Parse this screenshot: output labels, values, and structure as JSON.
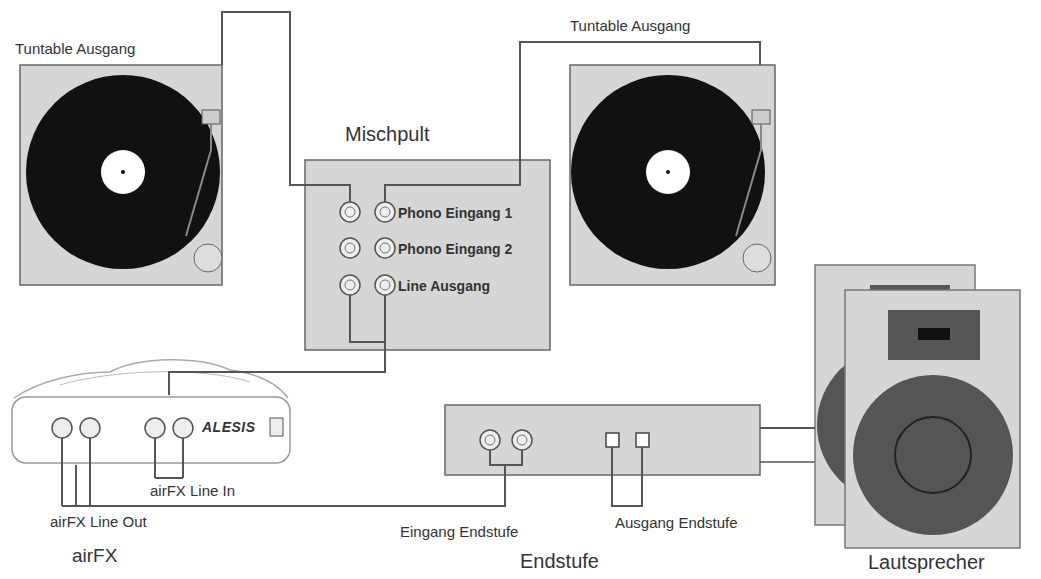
{
  "diagram": {
    "nodes": [
      {
        "text": [
          "Tuntable Ausgang"
        ]
      },
      {
        "text": [
          "Mischpult",
          "Phono Eingang 1",
          "Phono Eingang 2",
          "Line Ausgang"
        ]
      },
      {
        "text": [
          "Tuntable Ausgang"
        ]
      },
      {
        "text": [
          "airFX Line In",
          "airFX Line Out",
          "airFX"
        ]
      },
      {
        "text": [
          "Eingang Endstufe",
          "Ausgang Endstufe",
          "Endstufe"
        ]
      },
      {
        "text": [
          "Lautsprecher"
        ]
      }
    ],
    "edges": [
      {
        "from": 0,
        "to": 1,
        "arrow": "none"
      },
      {
        "from": 2,
        "to": 1,
        "arrow": "none"
      },
      {
        "from": 1,
        "to": 3,
        "arrow": "none"
      },
      {
        "from": 3,
        "to": 4,
        "arrow": "none"
      },
      {
        "from": 4,
        "to": 5,
        "arrow": "none"
      }
    ],
    "labels": [
      "ALESIS"
    ]
  }
}
